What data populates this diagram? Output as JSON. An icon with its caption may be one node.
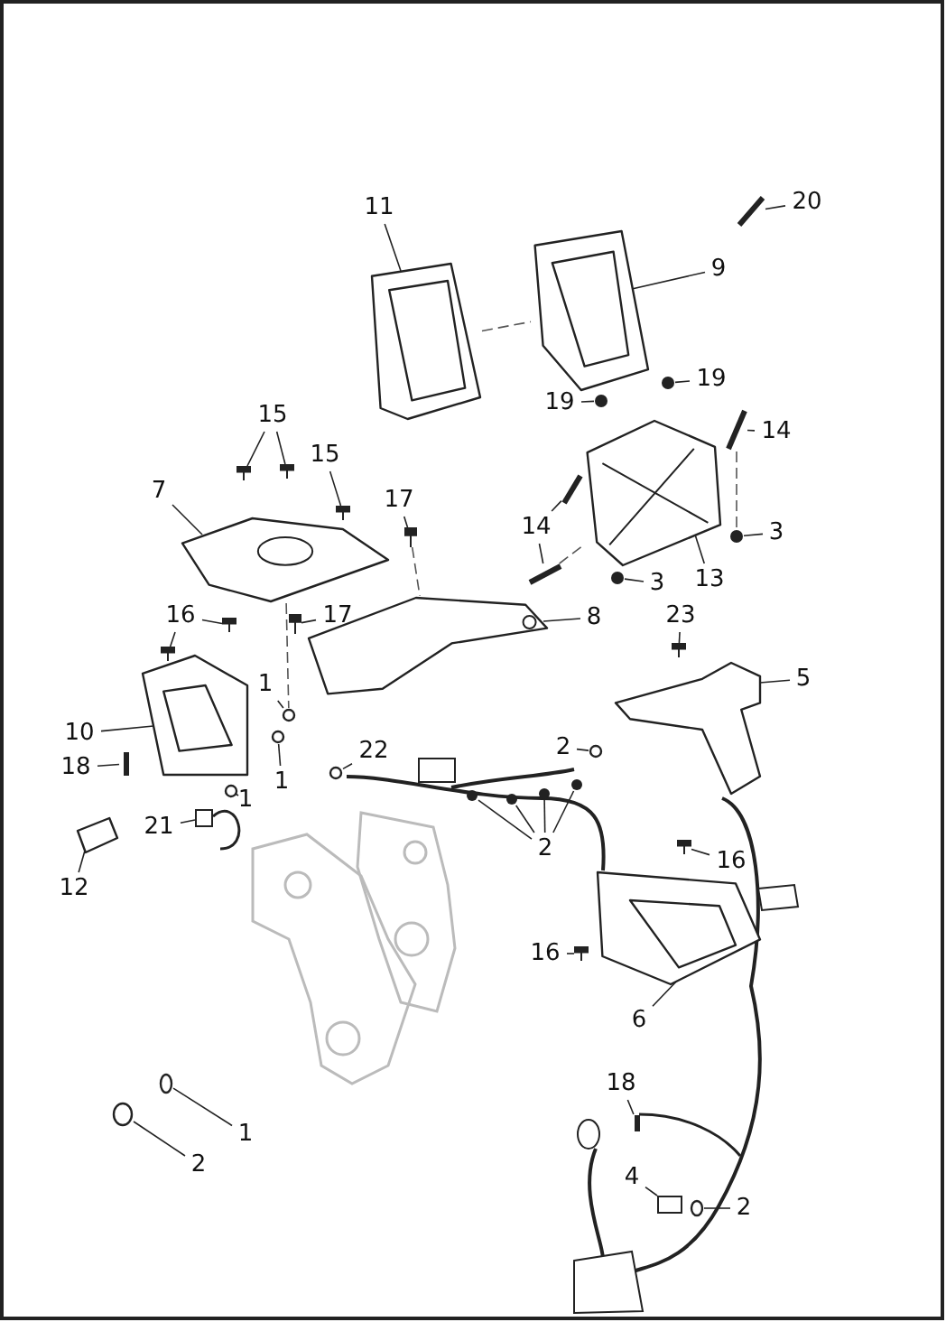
{
  "diagram": {
    "nodes": [
      {
        "text": [
          "11"
        ]
      },
      {
        "text": [
          "20"
        ]
      },
      {
        "text": [
          "9"
        ]
      },
      {
        "text": [
          "19"
        ]
      },
      {
        "text": [
          "19"
        ]
      },
      {
        "text": [
          "14"
        ]
      },
      {
        "text": [
          "15"
        ]
      },
      {
        "text": [
          "15"
        ]
      },
      {
        "text": [
          "17"
        ]
      },
      {
        "text": [
          "7"
        ]
      },
      {
        "text": [
          "14"
        ]
      },
      {
        "text": [
          "3"
        ]
      },
      {
        "text": [
          "3"
        ]
      },
      {
        "text": [
          "13"
        ]
      },
      {
        "text": [
          "16"
        ]
      },
      {
        "text": [
          "17"
        ]
      },
      {
        "text": [
          "8"
        ]
      },
      {
        "text": [
          "23"
        ]
      },
      {
        "text": [
          "5"
        ]
      },
      {
        "text": [
          "1"
        ]
      },
      {
        "text": [
          "10"
        ]
      },
      {
        "text": [
          "2"
        ]
      },
      {
        "text": [
          "22"
        ]
      },
      {
        "text": [
          "18"
        ]
      },
      {
        "text": [
          "1"
        ]
      },
      {
        "text": [
          "1"
        ]
      },
      {
        "text": [
          "21"
        ]
      },
      {
        "text": [
          "2"
        ]
      },
      {
        "text": [
          "16"
        ]
      },
      {
        "text": [
          "12"
        ]
      },
      {
        "text": [
          "16"
        ]
      },
      {
        "text": [
          "6"
        ]
      },
      {
        "text": [
          "18"
        ]
      },
      {
        "text": [
          "1"
        ]
      },
      {
        "text": [
          "2"
        ]
      },
      {
        "text": [
          "4"
        ]
      },
      {
        "text": [
          "2"
        ]
      },
      {
        "text": [],
        "shape": "picture"
      },
      {
        "text": [],
        "shape": "picture"
      },
      {
        "text": [],
        "shape": "picture"
      },
      {
        "text": [],
        "shape": "circle"
      },
      {
        "text": [],
        "shape": "circle"
      },
      {
        "text": [],
        "shape": "picture"
      },
      {
        "text": [],
        "shape": "picture"
      },
      {
        "text": [],
        "shape": "picture"
      },
      {
        "text": [],
        "shape": "picture"
      },
      {
        "text": [],
        "shape": "picture"
      },
      {
        "text": [],
        "shape": "picture"
      },
      {
        "text": [],
        "shape": "picture"
      },
      {
        "text": [],
        "shape": "picture"
      },
      {
        "text": [],
        "shape": "circle"
      },
      {
        "text": [],
        "shape": "circle"
      },
      {
        "text": [],
        "shape": "picture"
      },
      {
        "text": [],
        "shape": "picture"
      },
      {
        "text": [],
        "shape": "picture"
      },
      {
        "text": [],
        "shape": "picture"
      },
      {
        "text": [],
        "shape": "picture"
      },
      {
        "text": [],
        "shape": "picture"
      },
      {
        "text": [],
        "shape": "picture"
      },
      {
        "text": [],
        "shape": "circle"
      },
      {
        "text": [],
        "shape": "picture"
      },
      {
        "text": [],
        "shape": "circle"
      },
      {
        "text": [],
        "shape": "circle"
      },
      {
        "text": [],
        "shape": "box"
      },
      {
        "text": [],
        "shape": "circle"
      },
      {
        "text": [],
        "shape": "circle"
      },
      {
        "text": [],
        "shape": "box"
      },
      {
        "text": [],
        "shape": "circle"
      },
      {
        "text": [],
        "shape": "circle"
      },
      {
        "text": [],
        "shape": "circle"
      },
      {
        "text": [],
        "shape": "circle"
      },
      {
        "text": [],
        "shape": "picture"
      },
      {
        "text": [],
        "shape": "picture"
      },
      {
        "text": [],
        "shape": "picture"
      },
      {
        "text": [],
        "shape": "picture"
      },
      {
        "text": [],
        "shape": "box"
      },
      {
        "text": [],
        "shape": "circle"
      },
      {
        "text": [],
        "shape": "circle"
      },
      {
        "text": [],
        "shape": "box"
      },
      {
        "text": [],
        "shape": "circle"
      }
    ],
    "edges": [
      {
        "from": 0,
        "to": 37,
        "arrow": "none"
      },
      {
        "from": 1,
        "to": 38,
        "arrow": "none"
      },
      {
        "from": 2,
        "to": 39,
        "arrow": "none"
      },
      {
        "from": 3,
        "to": 40,
        "arrow": "none"
      },
      {
        "from": 4,
        "to": 41,
        "arrow": "none"
      },
      {
        "from": 5,
        "to": 42,
        "arrow": "none"
      },
      {
        "from": 6,
        "to": 43,
        "arrow": "none"
      },
      {
        "from": 6,
        "to": 44,
        "arrow": "none"
      },
      {
        "from": 7,
        "to": 45,
        "arrow": "none"
      },
      {
        "from": 8,
        "to": 46,
        "arrow": "none"
      },
      {
        "from": 9,
        "to": 47,
        "arrow": "none"
      },
      {
        "from": 10,
        "to": 48,
        "arrow": "none"
      },
      {
        "from": 10,
        "to": 49,
        "arrow": "none"
      },
      {
        "from": 11,
        "to": 50,
        "arrow": "none"
      },
      {
        "from": 12,
        "to": 51,
        "arrow": "none"
      },
      {
        "from": 13,
        "to": 52,
        "arrow": "none"
      },
      {
        "from": 14,
        "to": 53,
        "arrow": "none"
      },
      {
        "from": 14,
        "to": 54,
        "arrow": "none"
      },
      {
        "from": 15,
        "to": 55,
        "arrow": "none"
      },
      {
        "from": 16,
        "to": 56,
        "arrow": "none"
      },
      {
        "from": 17,
        "to": 57,
        "arrow": "none"
      },
      {
        "from": 18,
        "to": 58,
        "arrow": "none"
      },
      {
        "from": 19,
        "to": 59,
        "arrow": "none"
      },
      {
        "from": 20,
        "to": 60,
        "arrow": "none"
      },
      {
        "from": 21,
        "to": 61,
        "arrow": "none"
      },
      {
        "from": 22,
        "to": 62,
        "arrow": "none"
      },
      {
        "from": 23,
        "to": 63,
        "arrow": "none"
      },
      {
        "from": 24,
        "to": 64,
        "arrow": "none"
      },
      {
        "from": 25,
        "to": 65,
        "arrow": "none"
      },
      {
        "from": 26,
        "to": 66,
        "arrow": "none"
      },
      {
        "from": 27,
        "to": 67,
        "arrow": "none"
      },
      {
        "from": 27,
        "to": 68,
        "arrow": "none"
      },
      {
        "from": 27,
        "to": 69,
        "arrow": "none"
      },
      {
        "from": 27,
        "to": 70,
        "arrow": "none"
      },
      {
        "from": 28,
        "to": 71,
        "arrow": "none"
      },
      {
        "from": 29,
        "to": 72,
        "arrow": "none"
      },
      {
        "from": 30,
        "to": 73,
        "arrow": "none"
      },
      {
        "from": 31,
        "to": 74,
        "arrow": "none"
      },
      {
        "from": 32,
        "to": 75,
        "arrow": "none"
      },
      {
        "from": 33,
        "to": 76,
        "arrow": "none"
      },
      {
        "from": 34,
        "to": 77,
        "arrow": "none"
      },
      {
        "from": 35,
        "to": 78,
        "arrow": "none"
      },
      {
        "from": 36,
        "to": 79,
        "arrow": "none"
      },
      {
        "from": 37,
        "to": 39,
        "arrow": "none",
        "style": "dashed"
      },
      {
        "from": 42,
        "to": 50,
        "arrow": "none",
        "style": "dashed"
      },
      {
        "from": 49,
        "to": 52,
        "arrow": "none",
        "style": "dashed"
      },
      {
        "from": 47,
        "to": 59,
        "arrow": "none",
        "style": "dashed"
      },
      {
        "from": 46,
        "to": 56,
        "arrow": "none",
        "style": "dashed"
      }
    ]
  }
}
